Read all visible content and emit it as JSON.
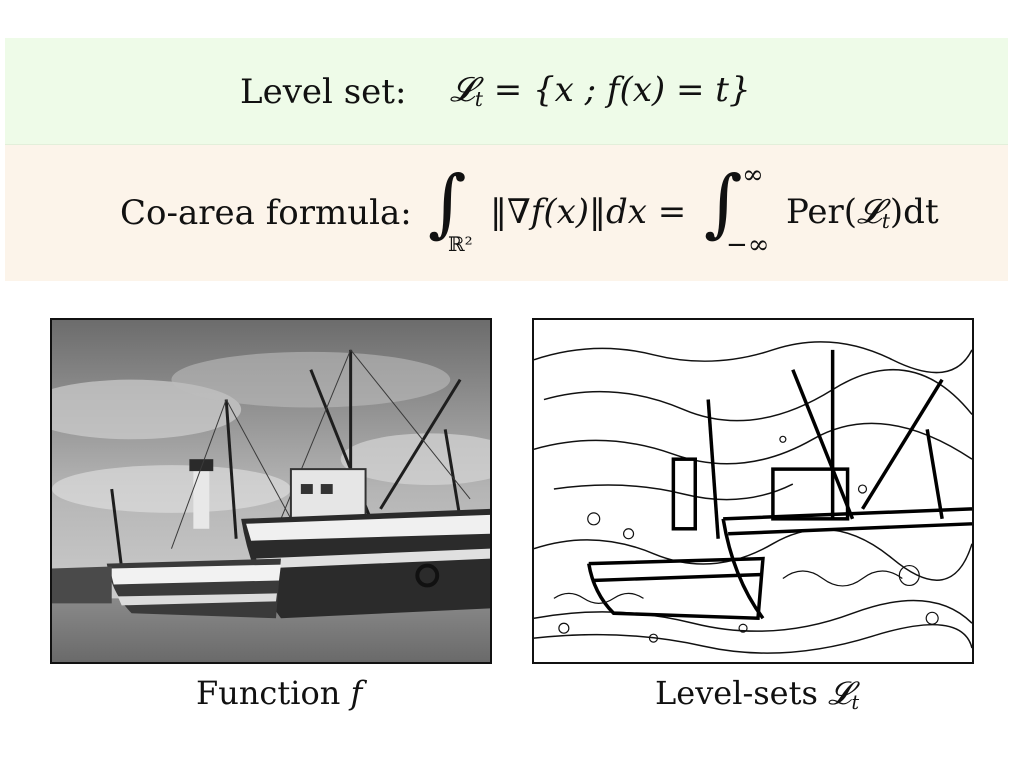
{
  "level_set": {
    "label": "Level set:",
    "lhs_symbol": "𝓛",
    "lhs_sub": "t",
    "rhs": "= {x ; f(x) = t}"
  },
  "coarea": {
    "label": "Co-area formula:",
    "integral1": "∫",
    "domain": "ℝ²",
    "integrand": "‖∇f(x)‖dx =",
    "integral2": "∫",
    "upper": "∞",
    "lower": "−∞",
    "per_text": "Per(",
    "per_symbol": "𝓛",
    "per_sub": "t",
    "per_end": ")dt"
  },
  "left_panel": {
    "caption_text": "Function",
    "caption_var": "f"
  },
  "right_panel": {
    "caption_text": "Level-sets",
    "caption_symbol": "𝓛",
    "caption_sub": "t"
  }
}
